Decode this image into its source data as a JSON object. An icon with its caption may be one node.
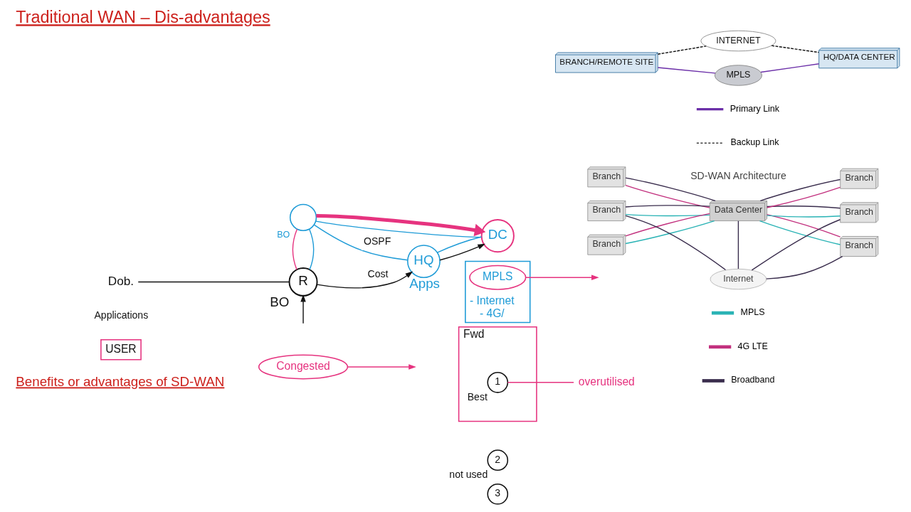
{
  "diagram": {
    "title": "Traditional WAN – Dis-advantages",
    "nodes": [
      {
        "text": [
          "R"
        ],
        "beside": [
          "BO"
        ]
      },
      {
        "text": [
          "HQ"
        ],
        "beside": [
          "Apps"
        ]
      },
      {
        "text": [
          "DC"
        ]
      },
      {
        "text": [],
        "shape": "circle",
        "beside": [
          "BO"
        ]
      },
      {
        "text": [
          "Dob."
        ]
      },
      {
        "text": [
          "USER"
        ]
      },
      {
        "text": [
          "- Internet",
          "- 4G/"
        ]
      },
      {
        "text": [
          "MPLS"
        ],
        "in": 6
      },
      {
        "text": [
          "Congested"
        ]
      },
      {
        "text": [
          "overutilised"
        ]
      },
      {
        "text": [
          "Fwd"
        ]
      },
      {
        "text": [
          "1"
        ],
        "in": 10,
        "beside": [
          "Best"
        ]
      },
      {
        "text": [
          "2"
        ],
        "beside": [
          "not used"
        ]
      },
      {
        "text": [
          "3"
        ]
      },
      {
        "text": [
          "MPLS"
        ]
      },
      {
        "text": [
          "BRANCH/REMOTE SITE"
        ]
      },
      {
        "text": [
          "HQ/DATA CENTER"
        ]
      },
      {
        "text": [
          "INTERNET"
        ]
      },
      {
        "text": [
          "Internet"
        ]
      },
      {
        "text": [
          "Branch"
        ]
      },
      {
        "text": [
          "Branch"
        ]
      },
      {
        "text": [
          "Branch"
        ]
      },
      {
        "text": [
          "Data Center"
        ]
      },
      {
        "text": [
          "Branch"
        ]
      },
      {
        "text": [
          "Branch"
        ]
      },
      {
        "text": [
          "Branch"
        ]
      }
    ],
    "edges": [
      {
        "from": null,
        "to": 0,
        "arrow": "to"
      },
      {
        "from": 4,
        "to": 0,
        "arrow": "none"
      },
      {
        "from": 0,
        "to": 1,
        "arrow": "to",
        "label": "Cost"
      },
      {
        "from": 3,
        "to": 0,
        "arrow": "none",
        "color": "#1e9bd7"
      },
      {
        "from": 3,
        "to": 0,
        "arrow": "none",
        "color": "#e6337f"
      },
      {
        "from": 3,
        "to": 1,
        "arrow": "none",
        "label": "OSPF",
        "color": "#1e9bd7"
      },
      {
        "from": 1,
        "to": 2,
        "arrow": "to"
      },
      {
        "from": 1,
        "to": 2,
        "arrow": "none",
        "color": "#1e9bd7"
      },
      {
        "from": 3,
        "to": 2,
        "arrow": "none",
        "color": "#1e9bd7"
      },
      {
        "from": 3,
        "to": 2,
        "arrow": "to",
        "style": "thick",
        "color": "#e6337f"
      },
      {
        "from": 7,
        "to": null,
        "arrow": "to",
        "color": "#e6337f"
      },
      {
        "from": 8,
        "to": null,
        "arrow": "to",
        "color": "#e6337f"
      },
      {
        "from": 11,
        "to": 9,
        "arrow": "none",
        "color": "#e6337f"
      },
      {
        "from": 15,
        "to": 14,
        "arrow": "none",
        "color": "#6b2fa8"
      },
      {
        "from": 14,
        "to": 16,
        "arrow": "none",
        "color": "#6b2fa8"
      },
      {
        "from": 15,
        "to": 17,
        "arrow": "none",
        "style": "dashed"
      },
      {
        "from": 17,
        "to": 16,
        "arrow": "none",
        "style": "dashed"
      },
      {
        "from": 19,
        "to": 22,
        "arrow": "none",
        "color": "#2ab3b5"
      },
      {
        "from": 19,
        "to": 22,
        "arrow": "none",
        "color": "#c2307e"
      },
      {
        "from": 20,
        "to": 22,
        "arrow": "none",
        "color": "#2ab3b5"
      },
      {
        "from": 20,
        "to": 22,
        "arrow": "none",
        "color": "#3a2d4d"
      },
      {
        "from": 21,
        "to": 22,
        "arrow": "none",
        "color": "#c2307e"
      },
      {
        "from": 21,
        "to": 22,
        "arrow": "none",
        "color": "#3a2d4d"
      },
      {
        "from": 22,
        "to": 23,
        "arrow": "none",
        "color": "#c2307e"
      },
      {
        "from": 22,
        "to": 23,
        "arrow": "none",
        "color": "#3a2d4d"
      },
      {
        "from": 22,
        "to": 24,
        "arrow": "none",
        "color": "#2ab3b5"
      },
      {
        "from": 22,
        "to": 24,
        "arrow": "none",
        "color": "#3a2d4d"
      },
      {
        "from": 22,
        "to": 25,
        "arrow": "none",
        "color": "#2ab3b5"
      },
      {
        "from": 22,
        "to": 25,
        "arrow": "none",
        "color": "#c2307e"
      },
      {
        "from": 18,
        "to": 20,
        "arrow": "none",
        "color": "#3a2d4d"
      },
      {
        "from": 18,
        "to": 22,
        "arrow": "none",
        "color": "#3a2d4d"
      },
      {
        "from": 18,
        "to": 24,
        "arrow": "none",
        "color": "#3a2d4d"
      },
      {
        "from": 18,
        "to": 25,
        "arrow": "none",
        "color": "#3a2d4d"
      }
    ],
    "labels": [
      "Applications",
      "Benefits or advantages of SD-WAN",
      "SD-WAN Architecture"
    ],
    "legend": [
      {
        "text": "Primary Link"
      },
      {
        "text": "Backup Link"
      },
      {
        "text": "MPLS",
        "color": "#2ab3b5"
      },
      {
        "text": "4G LTE",
        "color": "#c2307e"
      },
      {
        "text": "Broadband",
        "color": "#3a2d4d"
      }
    ]
  }
}
